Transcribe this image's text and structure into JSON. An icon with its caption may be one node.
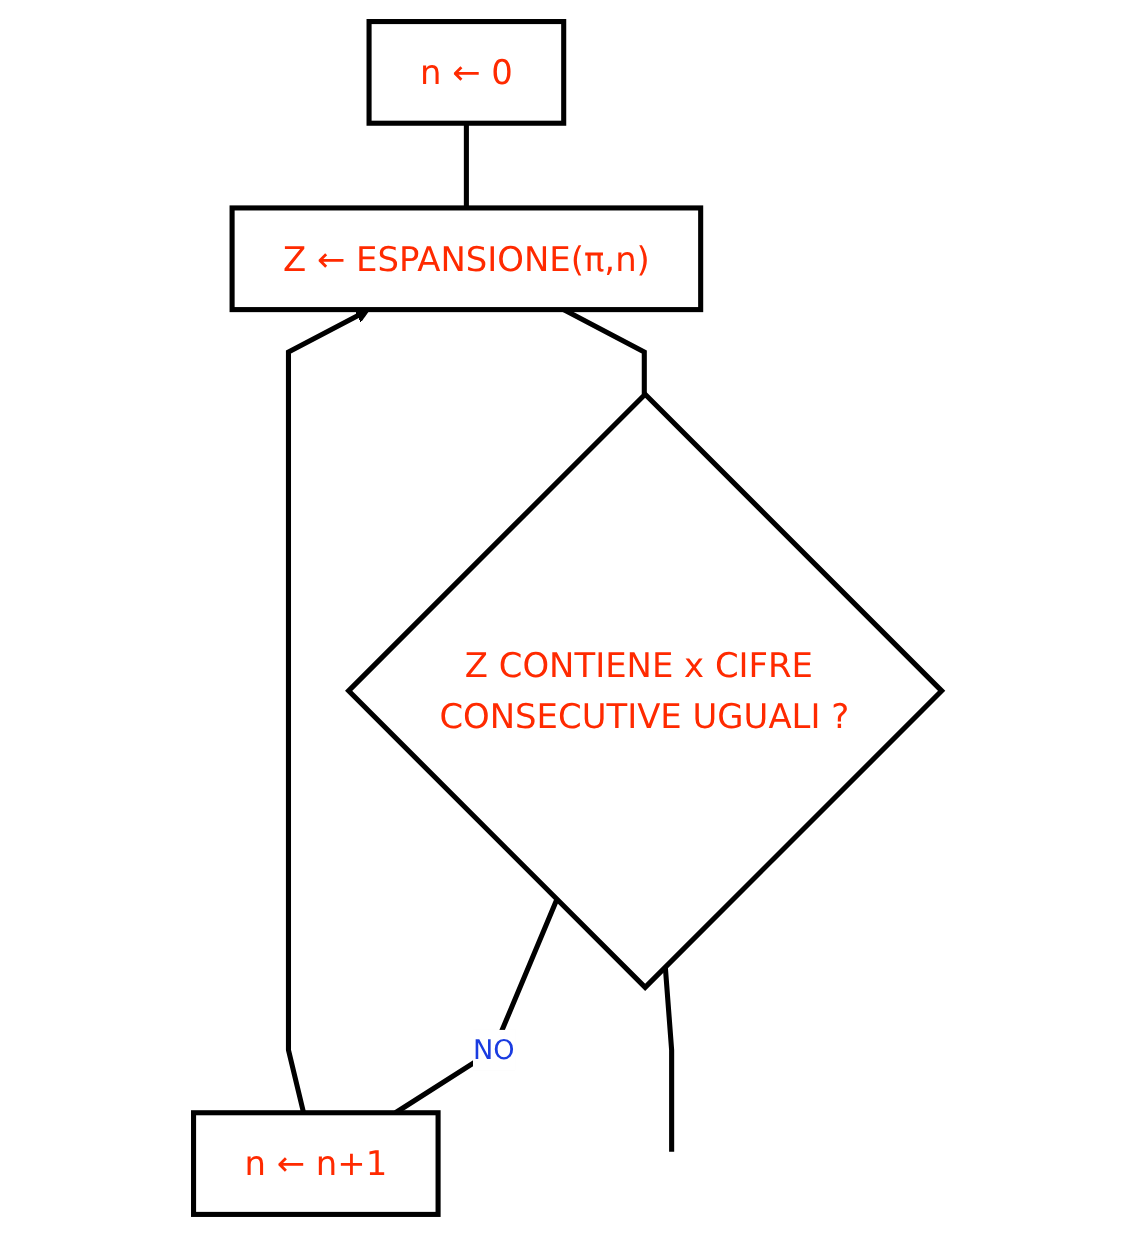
{
  "diagram": {
    "nodes": [
      {
        "text": [
          "n ← 0"
        ]
      },
      {
        "text": [
          "Z ← ESPANSIONE(π,n)"
        ]
      },
      {
        "text": [
          "Z CONTIENE x CIFRE CONSECUTIVE UGUALI ?"
        ]
      },
      {
        "text": [
          "n ← n+1"
        ]
      }
    ],
    "edges": [
      {
        "from": 0,
        "to": 1,
        "arrow": "none"
      },
      {
        "from": 1,
        "to": 2,
        "arrow": "none"
      },
      {
        "from": 2,
        "to": 3,
        "label": "NO",
        "arrow": "none"
      },
      {
        "from": 3,
        "to": 1,
        "arrow": "to"
      },
      {
        "from": 2,
        "to": null,
        "arrow": "none"
      }
    ]
  }
}
